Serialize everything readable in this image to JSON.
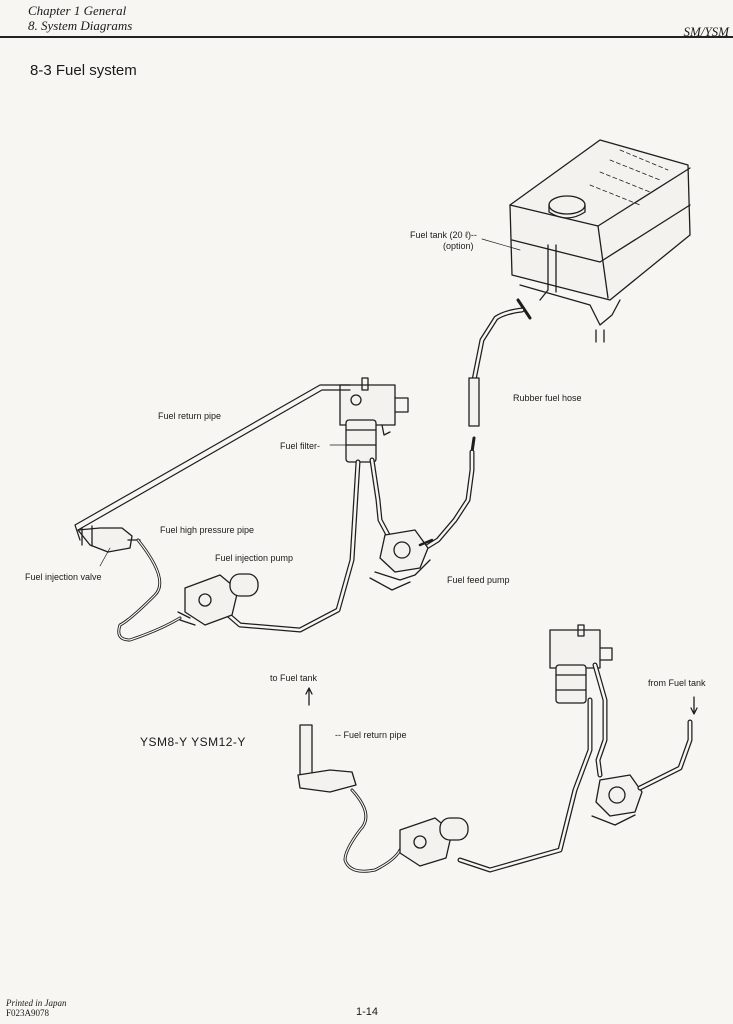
{
  "header": {
    "chapter": "Chapter 1 General",
    "section": "8. System Diagrams",
    "model": "SM/YSM"
  },
  "section_title": "8-3 Fuel system",
  "labels": {
    "fuel_tank": "Fuel tank (20 ℓ)--",
    "fuel_tank_option": "(option)",
    "rubber_fuel_hose": "Rubber fuel hose",
    "fuel_return_pipe": "Fuel return pipe",
    "fuel_filter": "Fuel filter-",
    "fuel_high_pressure_pipe": "Fuel high pressure pipe",
    "fuel_injection_pump": "Fuel injection pump",
    "fuel_injection_valve": "Fuel injection valve",
    "fuel_feed_pump": "Fuel feed pump",
    "to_fuel_tank": "to Fuel tank",
    "from_fuel_tank": "from Fuel tank",
    "fuel_return_pipe_2": "-- Fuel return pipe",
    "models": "YSM8-Y  YSM12-Y"
  },
  "footer": {
    "printed": "Printed in Japan",
    "code": "F023A9078",
    "page": "1-14"
  }
}
